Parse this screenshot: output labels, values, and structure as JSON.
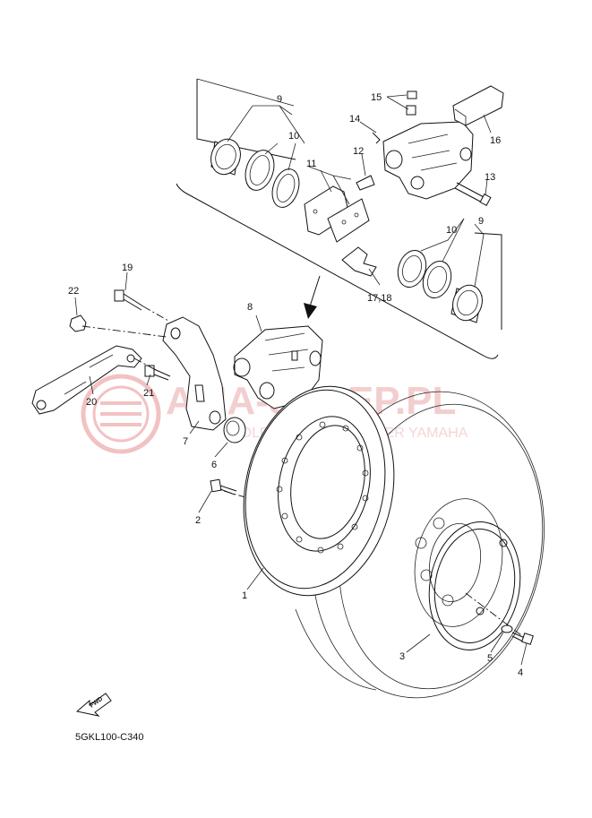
{
  "diagram": {
    "watermark": {
      "logo_text": "AMA-SKLEP.PL",
      "tagline": "POLECHOWANY DEALER YAMAHA"
    },
    "fwd_label": "FWD",
    "diagram_code": "5GKL100-C340",
    "callouts": {
      "c1": "1",
      "c2": "2",
      "c3": "3",
      "c4": "4",
      "c5": "5",
      "c6": "6",
      "c7": "7",
      "c8": "8",
      "c9a": "9",
      "c9b": "9",
      "c10a": "10",
      "c10b": "10",
      "c11": "11",
      "c12": "12",
      "c13": "13",
      "c14": "14",
      "c15": "15",
      "c16": "16",
      "c1718": "17,18",
      "c19": "19",
      "c20": "20",
      "c21": "21",
      "c22": "22"
    }
  }
}
